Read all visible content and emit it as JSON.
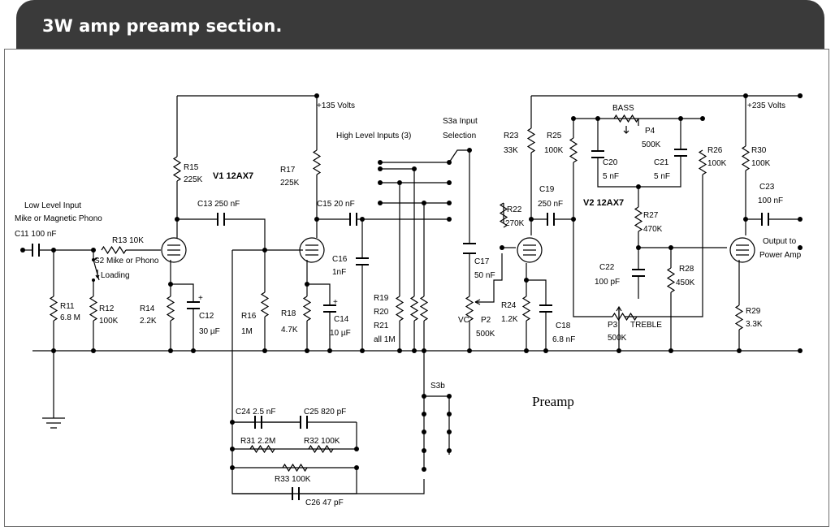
{
  "title": "3W amp preamp section.",
  "labels": {
    "low_level_input_1": "Low Level Input",
    "low_level_input_2": "Mike or Magnetic Phono",
    "c11": "C11 100 nF",
    "r13": "R13 10K",
    "s2_1": "S2 Mike or Phono",
    "s2_2": "Loading",
    "r11_name": "R11",
    "r11_val": "6.8 M",
    "r12_name": "R12",
    "r12_val": "100K",
    "r14_name": "R14",
    "r14_val": "2.2K",
    "c12_name": "C12",
    "c12_val": "30 µF",
    "r15_name": "R15",
    "r15_val": "225K",
    "v1": "V1 12AX7",
    "c13": "C13 250 nF",
    "r16_name": "R16",
    "r16_val": "1M",
    "r17_name": "R17",
    "r17_val": "225K",
    "plus135": "+135 Volts",
    "c15": "C15 20 nF",
    "c16_name": "C16",
    "c16_val": "1nF",
    "r18_name": "R18",
    "r18_val": "4.7K",
    "c14_name": "C14",
    "c14_val": "10 µF",
    "high_level": "High Level Inputs (3)",
    "s3a_1": "S3a Input",
    "s3a_2": "Selection",
    "r19": "R19",
    "r20": "R20",
    "r21": "R21",
    "r_all": "all 1M",
    "c17_name": "C17",
    "c17_val": "50 nF",
    "vc": "VC",
    "p2_name": "P2",
    "p2_val": "500K",
    "s3b": "S3b",
    "r23_name": "R23",
    "r23_val": "33K",
    "r25_name": "R25",
    "r25_val": "100K",
    "r22_name": "R22",
    "r22_val": "270K",
    "c19_name": "C19",
    "c19_val": "250 nF",
    "c20_name": "C20",
    "c20_val": "5 nF",
    "bass": "BASS",
    "p4_name": "P4",
    "p4_val": "500K",
    "c21_name": "C21",
    "c21_val": "5 nF",
    "v2": "V2 12AX7",
    "r27_name": "R27",
    "r27_val": "470K",
    "r24_name": "R24",
    "r24_val": "1.2K",
    "c18_name": "C18",
    "c18_val": "6.8 nF",
    "c22_name": "C22",
    "c22_val": "100 pF",
    "r28_name": "R28",
    "r28_val": "450K",
    "p3_name": "P3",
    "treble": "TREBLE",
    "p3_val": "500K",
    "plus235": "+235 Volts",
    "r26_name": "R26",
    "r26_val": "100K",
    "r30_name": "R30",
    "r30_val": "100K",
    "c23_name": "C23",
    "c23_val": "100 nF",
    "out_1": "Output to",
    "out_2": "Power Amp",
    "r29_name": "R29",
    "r29_val": "3.3K",
    "c24": "C24 2.5 nF",
    "c25": "C25 820 pF",
    "r31": "R31 2.2M",
    "r32": "R32 100K",
    "r33": "R33 100K",
    "c26": "C26 47 pF",
    "preamp": "Preamp"
  }
}
